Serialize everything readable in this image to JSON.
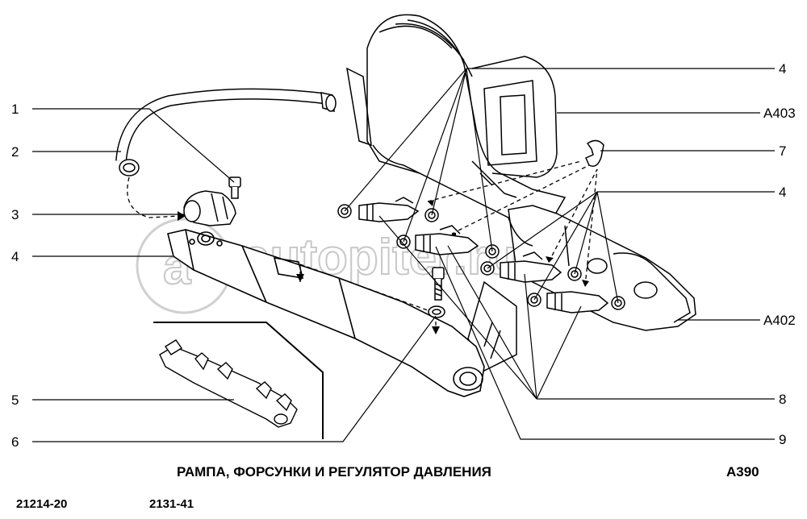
{
  "title": "РАМПА, ФОРСУНКИ И РЕГУЛЯТОР ДАВЛЕНИЯ",
  "figure_code": "А390",
  "model_codes": [
    "21214-20",
    "2131-41"
  ],
  "watermark": "autopiter.ru",
  "callouts": {
    "left": [
      "1",
      "2",
      "3",
      "4",
      "5",
      "6"
    ],
    "right": [
      "4",
      "А403",
      "7",
      "4",
      "А402",
      "8",
      "9"
    ]
  }
}
